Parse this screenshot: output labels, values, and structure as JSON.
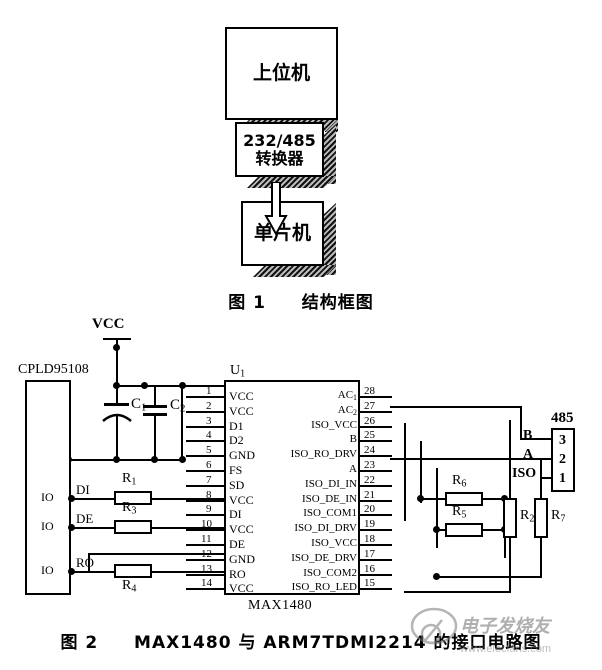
{
  "figure1": {
    "caption": "图1　结构框图",
    "caption_number": "图 1",
    "caption_text": "结构框图",
    "blocks": [
      {
        "id": "host-computer",
        "label": "上位机"
      },
      {
        "id": "converter",
        "label_line1": "232/485",
        "label_line2": "转换器"
      },
      {
        "id": "mcu",
        "label": "单片机"
      }
    ],
    "arrow": {
      "direction": "down",
      "name": "arrow-converter-to-mcu"
    }
  },
  "figure2": {
    "caption_number": "图 2",
    "caption_text": "MAX1480 与 ARM7TDMI2214 的接口电路图",
    "power_label": "VCC",
    "cpld": {
      "label": "CPLD95108",
      "ports": [
        {
          "pad": "IO",
          "net": "DI"
        },
        {
          "pad": "IO",
          "net": "DE"
        },
        {
          "pad": "IO",
          "net": "RO"
        }
      ]
    },
    "ic": {
      "refdes": "U1",
      "refdes_base": "U",
      "refdes_sub": "1",
      "part_number": "MAX1480",
      "left_pins": [
        {
          "num": "1",
          "name": "VCC"
        },
        {
          "num": "2",
          "name": "VCC"
        },
        {
          "num": "3",
          "name": "D1"
        },
        {
          "num": "4",
          "name": "D2"
        },
        {
          "num": "5",
          "name": "GND"
        },
        {
          "num": "6",
          "name": "FS"
        },
        {
          "num": "7",
          "name": "SD"
        },
        {
          "num": "8",
          "name": "VCC"
        },
        {
          "num": "9",
          "name": "DI"
        },
        {
          "num": "10",
          "name": "VCC"
        },
        {
          "num": "11",
          "name": "DE"
        },
        {
          "num": "12",
          "name": "GND"
        },
        {
          "num": "13",
          "name": "RO"
        },
        {
          "num": "14",
          "name": "VCC"
        }
      ],
      "right_pins": [
        {
          "num": "28",
          "name": "AC1",
          "base": "AC",
          "sub": "1"
        },
        {
          "num": "27",
          "name": "AC2",
          "base": "AC",
          "sub": "2"
        },
        {
          "num": "26",
          "name": "ISO_VCC"
        },
        {
          "num": "25",
          "name": "B"
        },
        {
          "num": "24",
          "name": "ISO_RO_DRV"
        },
        {
          "num": "23",
          "name": "A"
        },
        {
          "num": "22",
          "name": "ISO_DI_IN"
        },
        {
          "num": "21",
          "name": "ISO_DE_IN"
        },
        {
          "num": "20",
          "name": "ISO_COM1"
        },
        {
          "num": "19",
          "name": "ISO_DI_DRV"
        },
        {
          "num": "18",
          "name": "ISO_VCC"
        },
        {
          "num": "17",
          "name": "ISO_DE_DRV"
        },
        {
          "num": "16",
          "name": "ISO_COM2"
        },
        {
          "num": "15",
          "name": "ISO_RO_LED"
        }
      ]
    },
    "capacitors": [
      {
        "ref": "C1",
        "base": "C",
        "sub": "1",
        "type": "polarized"
      },
      {
        "ref": "C2",
        "base": "C",
        "sub": "2",
        "type": "ceramic"
      }
    ],
    "resistors": [
      {
        "ref": "R1",
        "base": "R",
        "sub": "1"
      },
      {
        "ref": "R2",
        "base": "R",
        "sub": "2"
      },
      {
        "ref": "R3",
        "base": "R",
        "sub": "3"
      },
      {
        "ref": "R4",
        "base": "R",
        "sub": "4"
      },
      {
        "ref": "R5",
        "base": "R",
        "sub": "5"
      },
      {
        "ref": "R6",
        "base": "R",
        "sub": "6"
      },
      {
        "ref": "R7",
        "base": "R",
        "sub": "7"
      }
    ],
    "connector": {
      "label": "485",
      "pins": [
        {
          "num": "3",
          "signal": "B"
        },
        {
          "num": "2",
          "signal": "A"
        },
        {
          "num": "1",
          "signal": "ISO"
        }
      ],
      "signal_labels": [
        "B",
        "A",
        "ISO"
      ]
    },
    "ground_symbol": "earth-ground"
  },
  "watermark": {
    "text": "电子发烧友",
    "url": "www.elecfans.com"
  },
  "colors": {
    "ink": "#000000",
    "paper": "#ffffff"
  }
}
